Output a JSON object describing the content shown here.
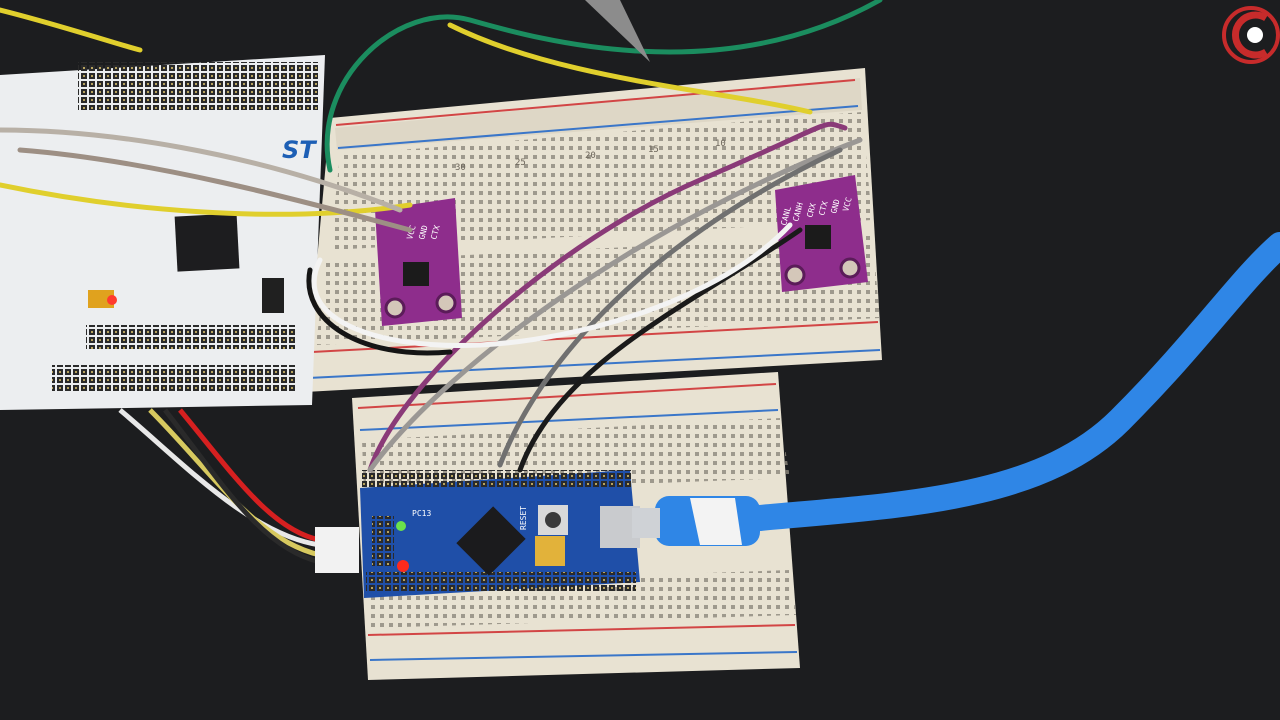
{
  "scene": {
    "board_silkscreen": "ST",
    "bluepill_reset_label": "RESET",
    "bluepill_led_label": "PC13",
    "sensor_pins": [
      "VCC",
      "GND",
      "CTX",
      "CRX",
      "CANH",
      "CANL"
    ],
    "breadboard_marks": [
      "30",
      "25",
      "20",
      "15",
      "10"
    ],
    "colors": {
      "background": "#1c1d1f",
      "breadboard": "#e8e2d2",
      "nucleo": "#eceef0",
      "bluepill": "#1f4fa8",
      "sensor": "#8e2d8c",
      "usb_cable": "#2f86e6"
    }
  }
}
